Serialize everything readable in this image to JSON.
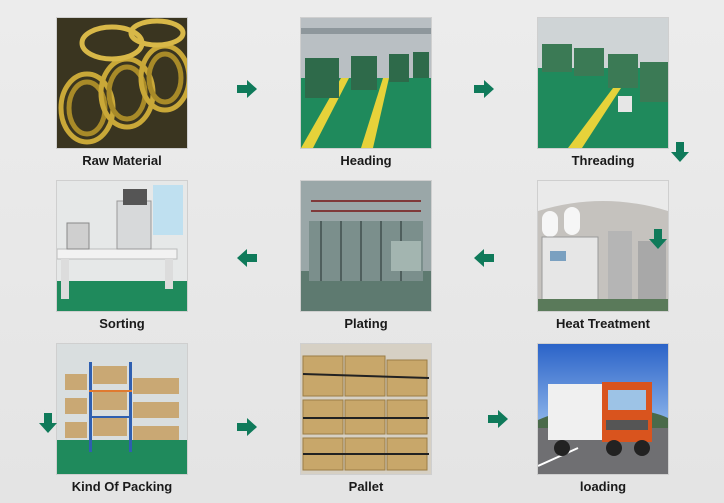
{
  "accent_color": "#0f7a5a",
  "steps": [
    {
      "label": "Raw Material"
    },
    {
      "label": "Heading"
    },
    {
      "label": "Threading"
    },
    {
      "label": "Heat Treatment"
    },
    {
      "label": "Plating"
    },
    {
      "label": "Sorting"
    },
    {
      "label": "Kind Of Packing"
    },
    {
      "label": "Pallet"
    },
    {
      "label": "loading"
    }
  ],
  "arrows": [
    {
      "icon": "arrow-right-icon"
    },
    {
      "icon": "arrow-right-icon"
    },
    {
      "icon": "arrow-down-icon"
    },
    {
      "icon": "arrow-left-icon"
    },
    {
      "icon": "arrow-left-icon"
    },
    {
      "icon": "arrow-down-icon"
    },
    {
      "icon": "arrow-right-icon"
    },
    {
      "icon": "arrow-right-icon"
    }
  ]
}
